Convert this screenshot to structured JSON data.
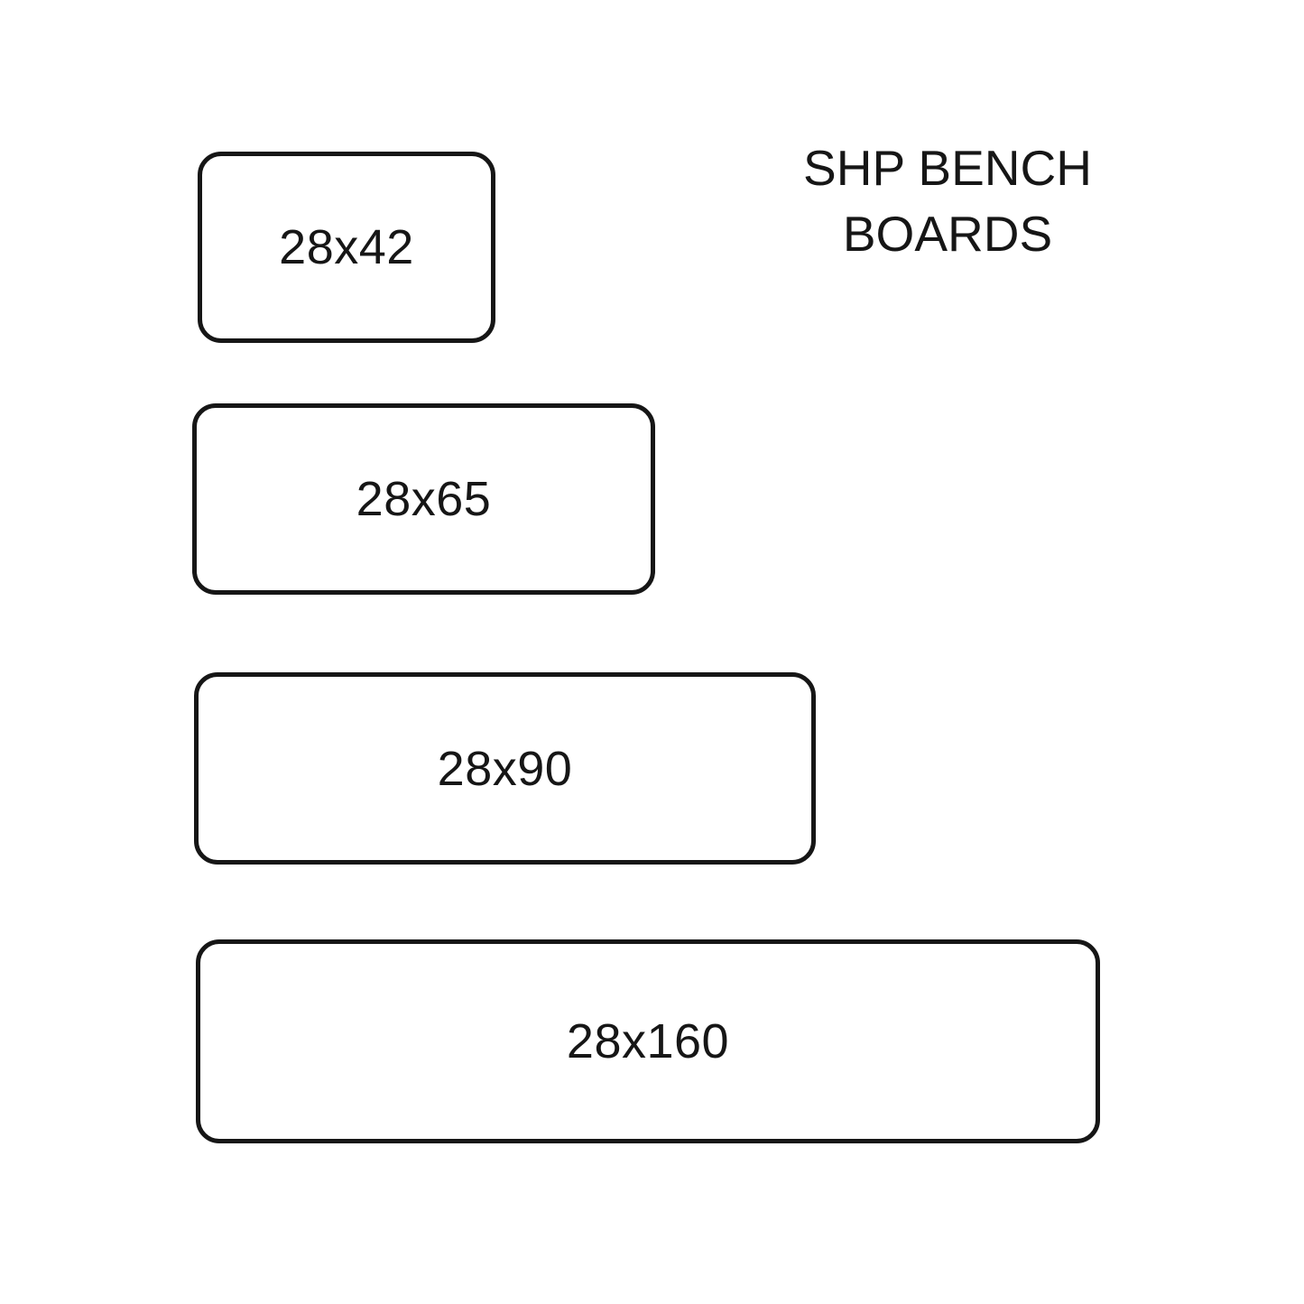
{
  "title": {
    "line1": "SHP BENCH",
    "line2": "BOARDS"
  },
  "boards": [
    {
      "label": "28x42"
    },
    {
      "label": "28x65"
    },
    {
      "label": "28x90"
    },
    {
      "label": "28x160"
    }
  ],
  "colors": {
    "background": "#ffffff",
    "stroke": "#161616",
    "text": "#161616"
  },
  "chart_data": {
    "type": "table",
    "title": "SHP BENCH BOARDS",
    "categories": [
      "28x42",
      "28x65",
      "28x90",
      "28x160"
    ],
    "values": [
      42,
      65,
      90,
      160
    ],
    "xlabel": "",
    "ylabel": ""
  }
}
